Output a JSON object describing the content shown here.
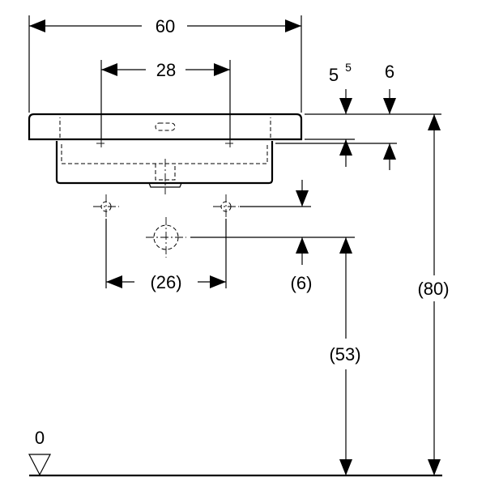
{
  "dimensions": {
    "overall_width": "60",
    "tap_hole_spacing": "28",
    "rim_thickness_base": "5",
    "rim_thickness_sup": "5",
    "bowl_depth": "6",
    "wall_mount_spacing": "(26)",
    "mount_offset": "(6)",
    "drain_height": "(53)",
    "rim_height": "(80)",
    "floor_level": "0"
  },
  "colors": {
    "line": "#000000",
    "background": "#ffffff"
  },
  "icons": {
    "floor_marker": "level-triangle-icon"
  }
}
